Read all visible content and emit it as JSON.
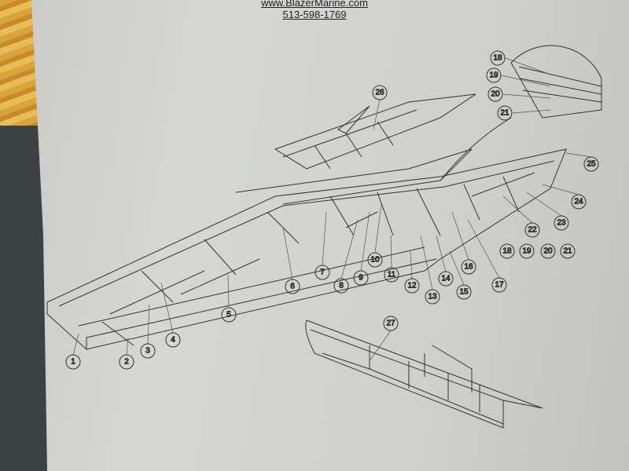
{
  "header": {
    "website": "www.BlazerMarine.com",
    "phone": "513-598-1769"
  },
  "diagram": {
    "part_labels": [
      "1",
      "2",
      "3",
      "4",
      "5",
      "6",
      "7",
      "8",
      "9",
      "10",
      "11",
      "12",
      "13",
      "14",
      "15",
      "16",
      "17",
      "18",
      "19",
      "20",
      "21",
      "22",
      "23",
      "24",
      "25",
      "26",
      "27"
    ],
    "detail_callouts": [
      "18",
      "19",
      "20",
      "21"
    ]
  }
}
